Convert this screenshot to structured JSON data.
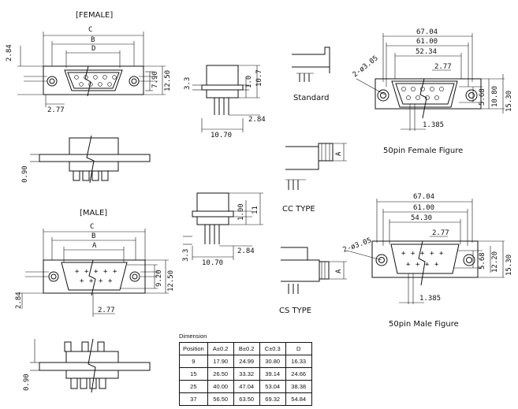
{
  "labels": {
    "female": "[FEMALE]",
    "male": "[MALE]",
    "standard": "Standard",
    "cc_type": "CC TYPE",
    "cs_type": "CS TYPE",
    "female50": "50pin  Female Figure",
    "male50": "50pin  Male Figure",
    "A": "A",
    "B": "B",
    "C": "C",
    "D": "D"
  },
  "dims": {
    "d284": "2.84",
    "d277": "2.77",
    "d790": "7.90",
    "d1250": "12.50",
    "d33": "3.3",
    "d10": "1.0",
    "d107": "10.7",
    "d1070": "10.70",
    "d090": "0.90",
    "d100": "1.00",
    "d11": "11",
    "d920": "9.20",
    "d6704": "67.04",
    "d6100": "61.00",
    "d5234": "52.34",
    "d5430": "54.30",
    "d568": "5.68",
    "d1080": "10.80",
    "d1530": "15.30",
    "d1220": "12.20",
    "d1385": "1.385",
    "hole": "2-ø3.05"
  },
  "table": {
    "title": "Dimension",
    "headers": [
      "Position",
      "A±0.2",
      "B±0.2",
      "C±0.3",
      "D"
    ],
    "rows": [
      [
        "9",
        "17.90",
        "24.99",
        "30.80",
        "16.33"
      ],
      [
        "15",
        "26.50",
        "33.32",
        "39.14",
        "24.66"
      ],
      [
        "25",
        "40.00",
        "47.04",
        "53.04",
        "38.38"
      ],
      [
        "37",
        "56.50",
        "63.50",
        "69.32",
        "54.84"
      ]
    ]
  }
}
